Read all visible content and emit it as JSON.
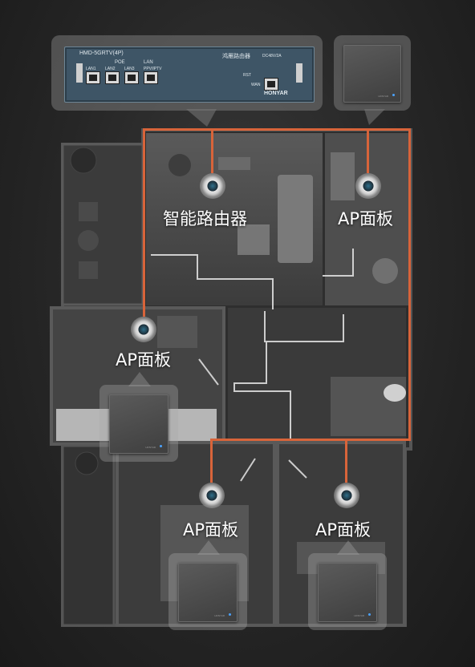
{
  "labels": {
    "router": "智能路由器",
    "ap_top_right": "AP面板",
    "ap_left": "AP面板",
    "ap_bottom_left": "AP面板",
    "ap_bottom_right": "AP面板"
  },
  "router_device": {
    "model": "HMD-5GRTV(4P)",
    "poe": "POE",
    "lan": "LAN",
    "ports": [
      "LAN1",
      "LAN2",
      "LAN3",
      "PPV/IPTV"
    ],
    "name": "鸿雁路由器",
    "brand": "HONYAR",
    "reset": "RST",
    "poe_in": "DC48V/2A",
    "wan": "WAN"
  },
  "panel_brand": "HONYAR",
  "colors": {
    "wiring": "#d8643a",
    "router_body": "#3e5566",
    "led": "#4aa3ff"
  }
}
